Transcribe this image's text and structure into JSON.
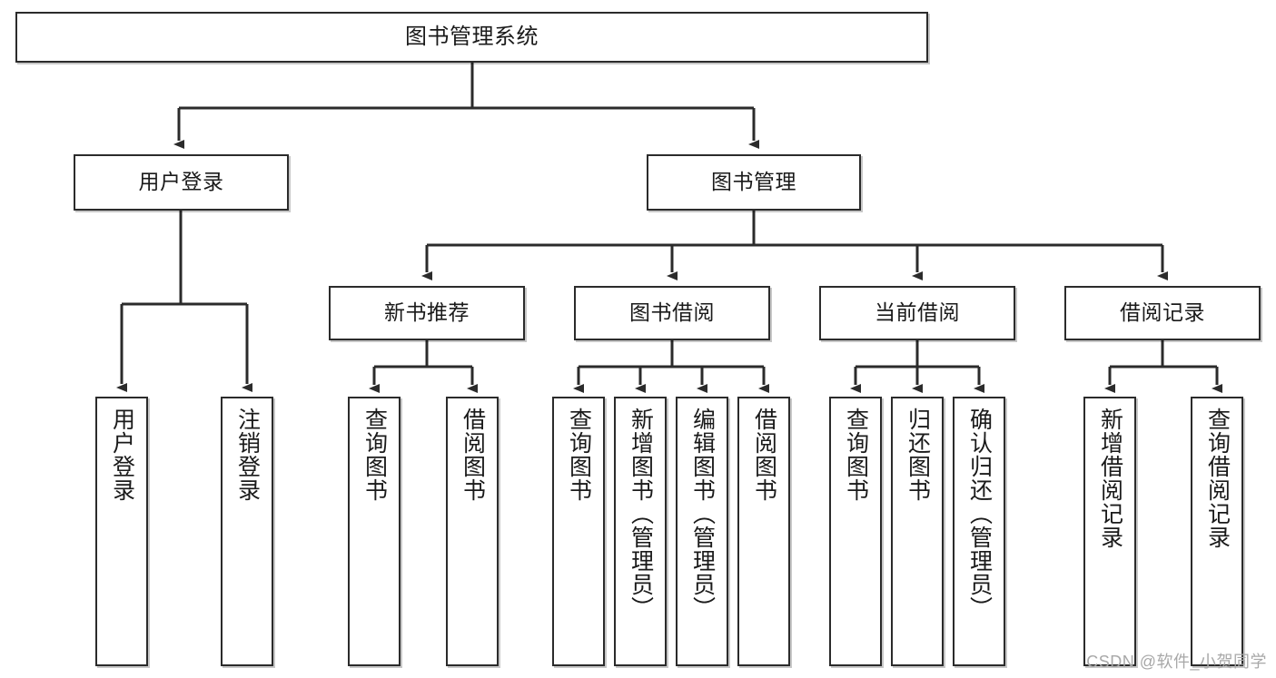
{
  "diagram": {
    "title": "图书管理系统",
    "watermark": "CSDN @软件_小贺同学",
    "stroke_color": "#2b2b2b",
    "background_color": "#ffffff",
    "nodes": {
      "root": {
        "label": "图书管理系统"
      },
      "level2": [
        {
          "id": "user-login",
          "label": "用户登录"
        },
        {
          "id": "book-manage",
          "label": "图书管理"
        }
      ],
      "level3": [
        {
          "id": "new-book-recommend",
          "label": "新书推荐"
        },
        {
          "id": "book-borrow",
          "label": "图书借阅"
        },
        {
          "id": "current-borrow",
          "label": "当前借阅"
        },
        {
          "id": "borrow-record",
          "label": "借阅记录"
        }
      ],
      "leaves": [
        {
          "id": "leaf-user-login",
          "label": "用户登录",
          "parent": "user-login"
        },
        {
          "id": "leaf-logout-login",
          "label": "注销登录",
          "parent": "user-login"
        },
        {
          "id": "leaf-query-book-1",
          "label": "查询图书",
          "parent": "new-book-recommend"
        },
        {
          "id": "leaf-borrow-book-1",
          "label": "借阅图书",
          "parent": "new-book-recommend"
        },
        {
          "id": "leaf-query-book-2",
          "label": "查询图书",
          "parent": "book-borrow"
        },
        {
          "id": "leaf-add-book",
          "label": "新增图书（管理员）",
          "parent": "book-borrow"
        },
        {
          "id": "leaf-edit-book",
          "label": "编辑图书（管理员）",
          "parent": "book-borrow"
        },
        {
          "id": "leaf-borrow-book-2",
          "label": "借阅图书",
          "parent": "book-borrow"
        },
        {
          "id": "leaf-query-book-3",
          "label": "查询图书",
          "parent": "current-borrow"
        },
        {
          "id": "leaf-return-book",
          "label": "归还图书",
          "parent": "current-borrow"
        },
        {
          "id": "leaf-confirm-return",
          "label": "确认归还（管理员）",
          "parent": "current-borrow"
        },
        {
          "id": "leaf-add-record",
          "label": "新增借阅记录",
          "parent": "borrow-record"
        },
        {
          "id": "leaf-query-record",
          "label": "查询借阅记录",
          "parent": "borrow-record"
        }
      ]
    }
  }
}
